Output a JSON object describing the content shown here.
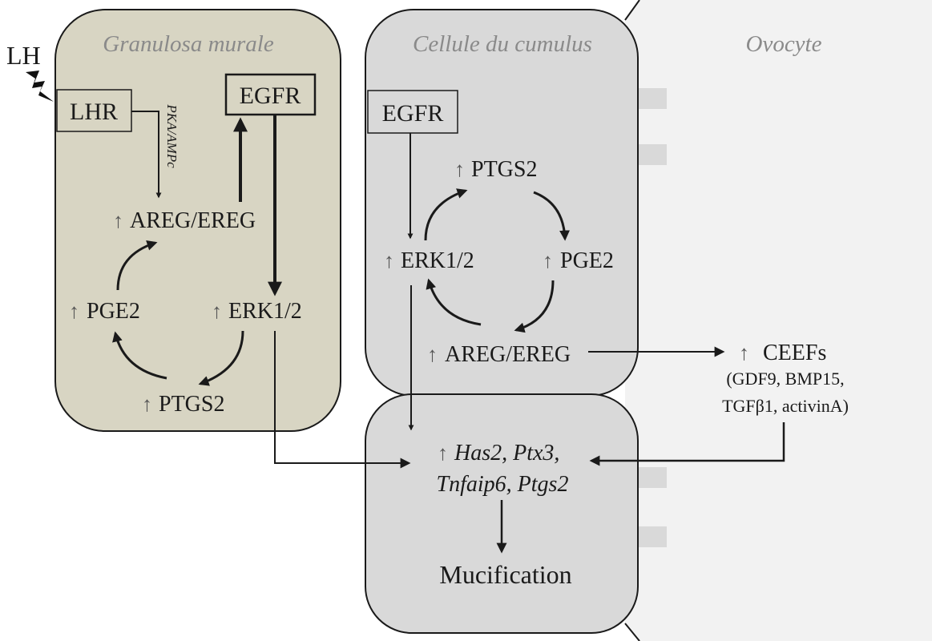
{
  "colors": {
    "granulosa_fill": "#d8d5c3",
    "cumulus_fill": "#d9d9d9",
    "oocyte_fill": "#f2f2f2",
    "stroke": "#1a1a1a",
    "title": "#8a8a8a"
  },
  "icons": {
    "lightning": "lightning-bolt-icon"
  },
  "regions": {
    "granulosa": "Granulosa murale",
    "cumulus": "Cellule du cumulus",
    "oocyte": "Ovocyte"
  },
  "up_arrow": "↑",
  "granulosa": {
    "lh": "LH",
    "lhr": "LHR",
    "pka": "PKA/AMPc",
    "egfr": "EGFR",
    "areg": "AREG/EREG",
    "pge2": "PGE2",
    "erk": "ERK1/2",
    "ptgs2": "PTGS2"
  },
  "cumulus": {
    "egfr": "EGFR",
    "ptgs2": "PTGS2",
    "erk": "ERK1/2",
    "pge2": "PGE2",
    "areg": "AREG/EREG",
    "genes_line1": "Has2, Ptx3,",
    "genes_line2": "Tnfaip6, Ptgs2",
    "mucification": "Mucification"
  },
  "ceefs": {
    "title": "CEEFs",
    "line1": "(GDF9, BMP15,",
    "line2": "TGFβ1, activinA)"
  }
}
